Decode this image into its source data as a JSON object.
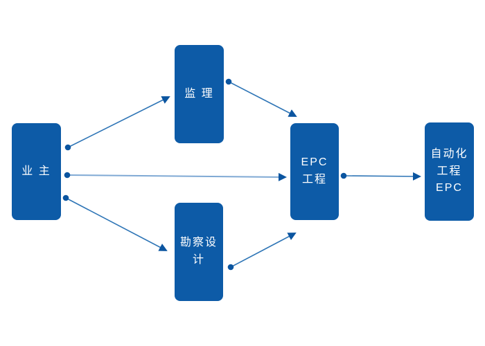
{
  "nodes": {
    "owner": {
      "label": "业 主"
    },
    "supervision": {
      "label": "监 理"
    },
    "survey_design": {
      "label": "勘察设计"
    },
    "epc": {
      "line1": "EPC",
      "line2": "工程"
    },
    "automation_epc": {
      "line1": "自动化",
      "line2": "工程EPC"
    }
  },
  "edges": [
    {
      "from": "owner",
      "to": "supervision"
    },
    {
      "from": "owner",
      "to": "epc"
    },
    {
      "from": "owner",
      "to": "survey_design"
    },
    {
      "from": "supervision",
      "to": "epc"
    },
    {
      "from": "survey_design",
      "to": "epc"
    },
    {
      "from": "epc",
      "to": "automation_epc"
    }
  ],
  "colors": {
    "node_fill": "#0d5ba7",
    "node_text": "#ffffff",
    "edge_line": "#2e75b6",
    "edge_line_light": "#7fa9d4",
    "edge_marker": "#0b55a0",
    "background": "#ffffff"
  }
}
